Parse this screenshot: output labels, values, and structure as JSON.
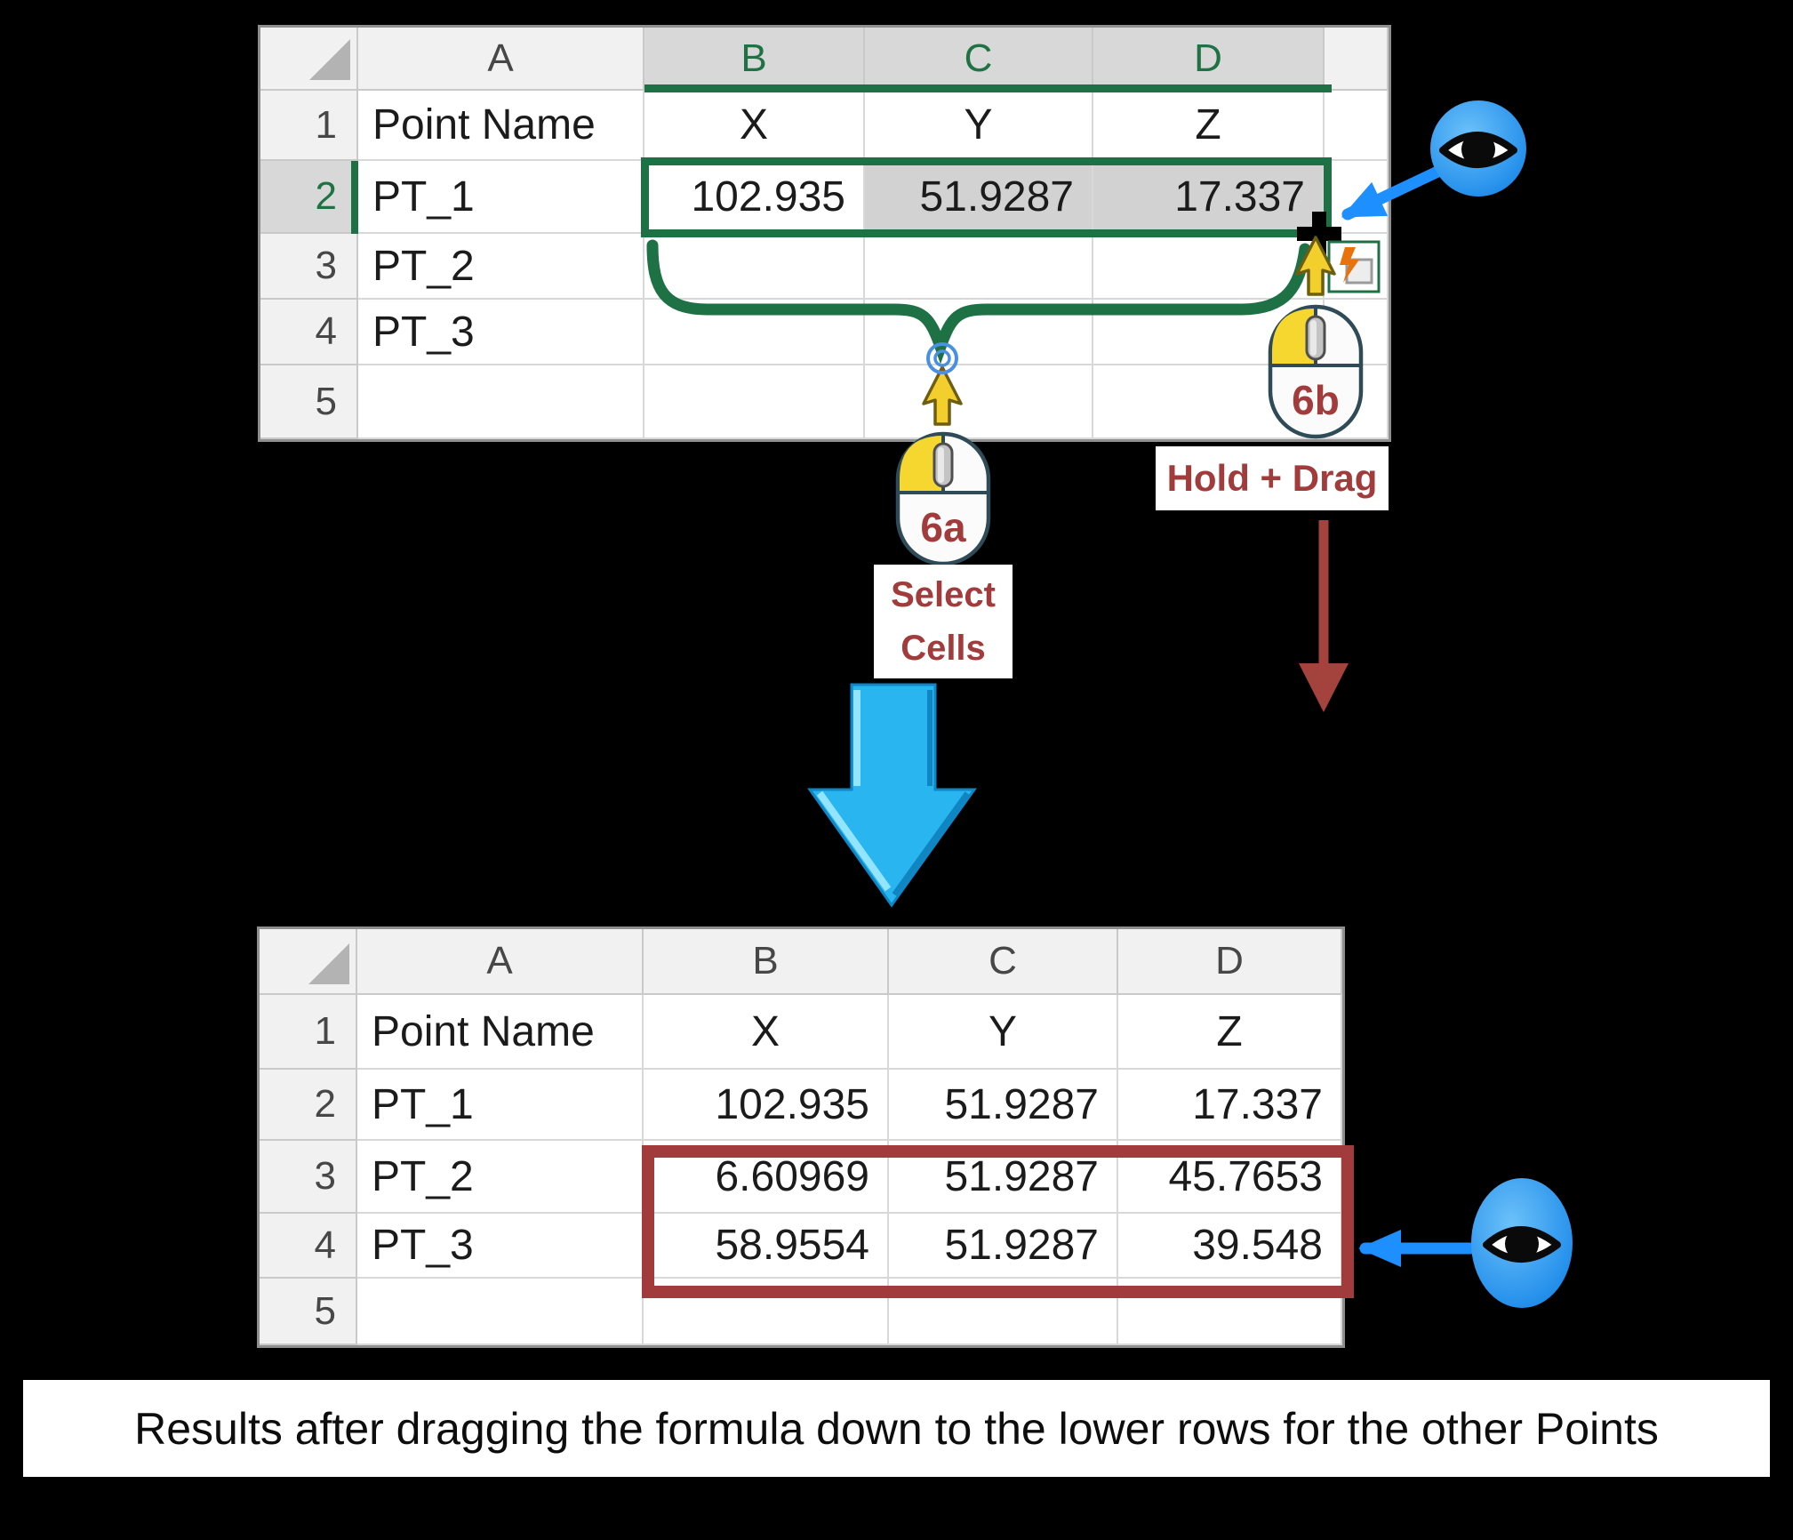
{
  "caption": {
    "text": "Results after dragging the formula down to the lower rows for the other Points"
  },
  "labels": {
    "step_a": "6a",
    "step_b": "6b",
    "select_line1": "Select",
    "select_line2": "Cells",
    "hold_drag": "Hold + Drag"
  },
  "icons": {
    "observe": "eye-icon",
    "pointer": "yellow-cursor-arrow-icon",
    "click": "click-ripple-icon",
    "mouse": "mouse-left-click-icon",
    "fill_handle": "fill-handle-cross-icon",
    "autofill_options": "autofill-options-icon",
    "flow": "big-down-arrow-icon",
    "drag_direction": "red-down-arrow-icon",
    "range_brace": "curly-brace-icon"
  },
  "colors": {
    "excel_green": "#1E7145",
    "header_green_text": "#1F7244",
    "selection_fill": "#D2D2D2",
    "annotation_red": "#A23B3B",
    "arrow_blue": "#1E8FFF",
    "big_arrow_blue": "#29B5F0",
    "eye_blue": "#1283E8",
    "cursor_yellow": "#F3CF2E",
    "mouse_yellow": "#F6D72F"
  },
  "sheet_top": {
    "selected_columns": [
      "B",
      "C",
      "D"
    ],
    "selected_row": "2",
    "active_cell": "B2",
    "columns": [
      "A",
      "B",
      "C",
      "D",
      ""
    ],
    "rows": [
      {
        "num": "1",
        "cells": [
          "Point Name",
          "X",
          "Y",
          "Z",
          ""
        ]
      },
      {
        "num": "2",
        "cells": [
          "PT_1",
          "102.935",
          "51.9287",
          "17.337",
          ""
        ],
        "highlight": [
          "C",
          "D"
        ]
      },
      {
        "num": "3",
        "cells": [
          "PT_2",
          "",
          "",
          "",
          ""
        ]
      },
      {
        "num": "4",
        "cells": [
          "PT_3",
          "",
          "",
          "",
          ""
        ]
      },
      {
        "num": "5",
        "cells": [
          "",
          "",
          "",
          "",
          ""
        ]
      }
    ]
  },
  "sheet_bottom": {
    "selected_columns": [],
    "selected_row": "",
    "columns": [
      "A",
      "B",
      "C",
      "D"
    ],
    "rows": [
      {
        "num": "1",
        "cells": [
          "Point Name",
          "X",
          "Y",
          "Z"
        ]
      },
      {
        "num": "2",
        "cells": [
          "PT_1",
          "102.935",
          "51.9287",
          "17.337"
        ]
      },
      {
        "num": "3",
        "cells": [
          "PT_2",
          "6.60969",
          "51.9287",
          "45.7653"
        ]
      },
      {
        "num": "4",
        "cells": [
          "PT_3",
          "58.9554",
          "51.9287",
          "39.548"
        ]
      },
      {
        "num": "5",
        "cells": [
          "",
          "",
          "",
          ""
        ]
      }
    ]
  }
}
